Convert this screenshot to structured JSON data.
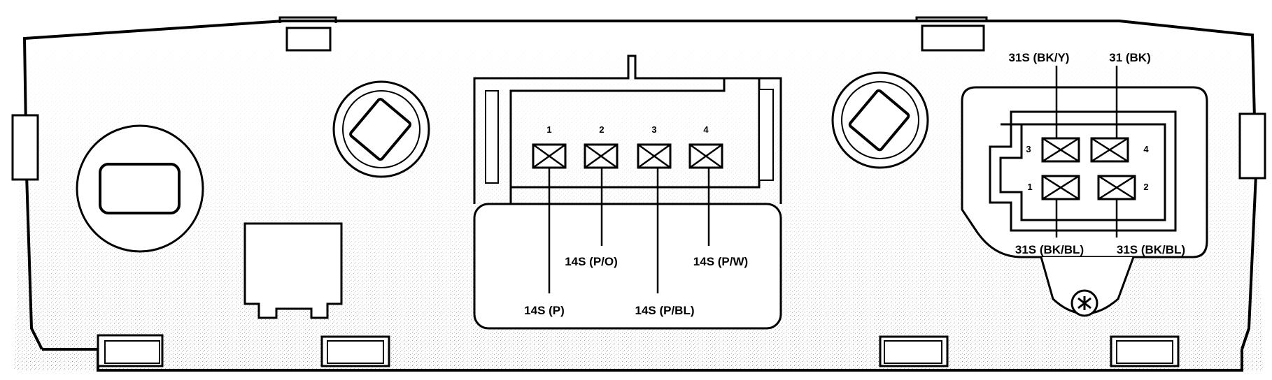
{
  "left_connector": {
    "pins": [
      "1",
      "2",
      "3",
      "4"
    ],
    "wires": {
      "pin1": "14S (P)",
      "pin2": "14S (P/O)",
      "pin3": "14S (P/BL)",
      "pin4": "14S (P/W)"
    }
  },
  "right_connector": {
    "pins": [
      "3",
      "4",
      "1",
      "2"
    ],
    "wires": {
      "pin3": "31S (BK/Y)",
      "pin4": "31 (BK)",
      "pin1": "31S (BK/BL)",
      "pin2": "31S (BK/BL)"
    }
  },
  "colors": {
    "line": "#000000",
    "fill": "#ffffff",
    "shade": "#c8c8c8"
  }
}
